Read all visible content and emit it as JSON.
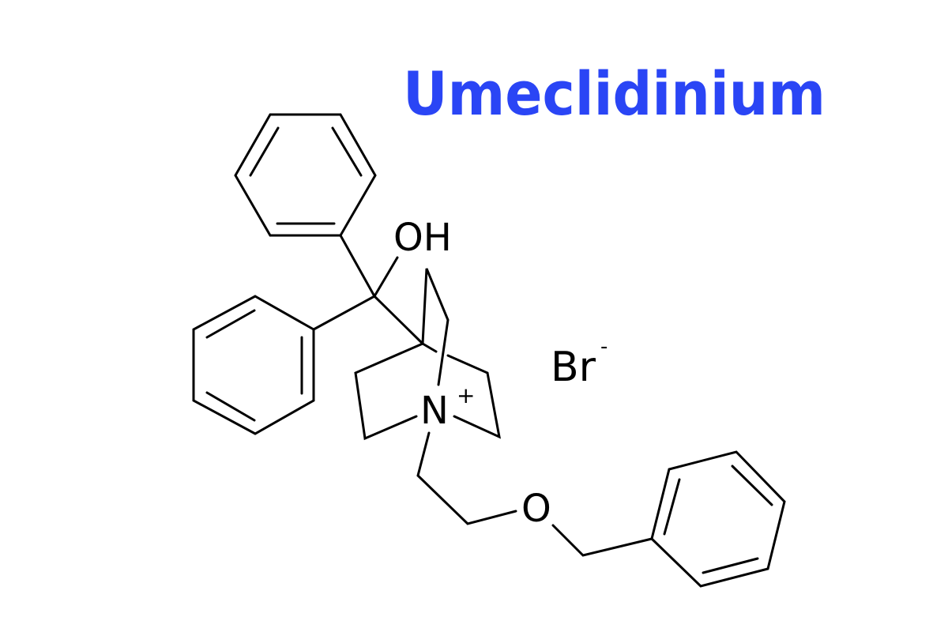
{
  "title": {
    "text": "Umeclidinium",
    "color": "#2a45f5"
  },
  "atoms": {
    "hydroxyl": "OH",
    "nitrogen": "N",
    "nitrogen_charge": "+",
    "ether_oxygen": "O",
    "counterion": "Br",
    "counterion_charge": "-"
  },
  "colors": {
    "bonds": "#000000",
    "background": "#ffffff"
  }
}
